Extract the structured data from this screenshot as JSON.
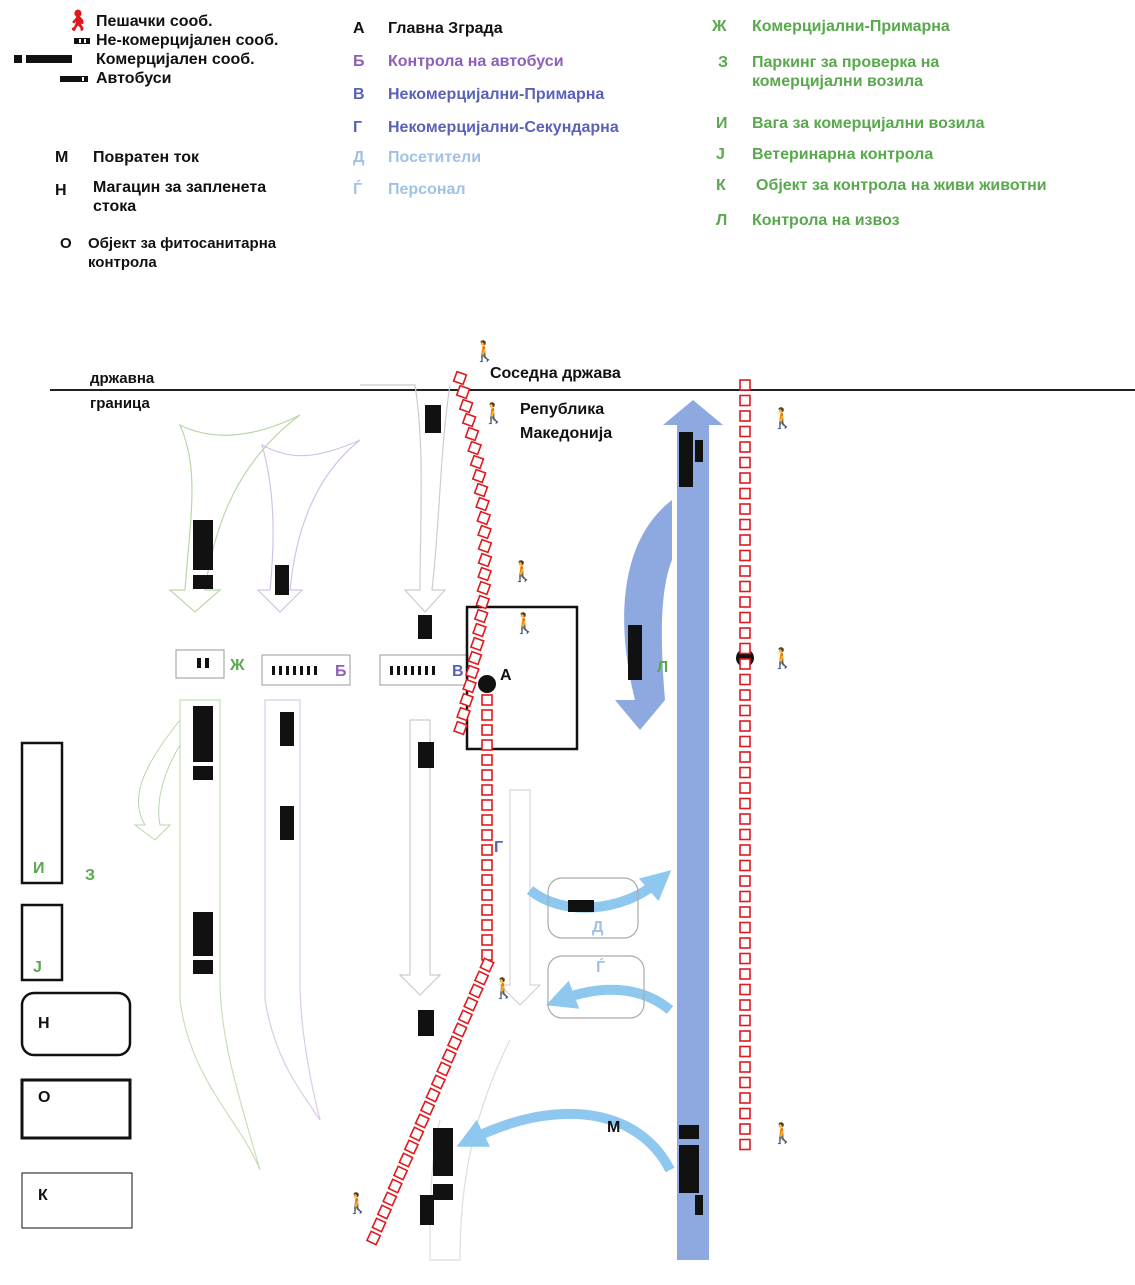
{
  "legend": {
    "traffic": {
      "pedestrian": "Пешачки сооб.",
      "noncommercial": "Не-комерцијален сооб.",
      "commercial": "Комерцијален сооб.",
      "buses": "Автобуси"
    },
    "extra": [
      {
        "key": "М",
        "label": "Повратен ток"
      },
      {
        "key": "Н",
        "label": "Магацин за запленета стока"
      },
      {
        "key": "О",
        "label": "Објект за фитосанитарна контрола"
      }
    ],
    "middle": [
      {
        "key": "А",
        "label": "Главна Зграда",
        "color": "#111111"
      },
      {
        "key": "Б",
        "label": "Контрола на автобуси",
        "color": "#8e5fb8"
      },
      {
        "key": "В",
        "label": "Некомерцијални-Примарна",
        "color": "#5a62b8"
      },
      {
        "key": "Г",
        "label": "Некомерцијални-Секундарна",
        "color": "#5a62b8"
      },
      {
        "key": "Д",
        "label": "Посетители",
        "color": "#9fc2e6"
      },
      {
        "key": "Ѓ",
        "label": "Персонал",
        "color": "#9fc2e6"
      }
    ],
    "right": [
      {
        "key": "Ж",
        "label": "Комерцијални-Примарна"
      },
      {
        "key": "З",
        "label": "Паркинг за проверка на комерцијални возила"
      },
      {
        "key": "И",
        "label": "Вага за комерцијални возила"
      },
      {
        "key": "Ј",
        "label": "Ветеринарна контрола"
      },
      {
        "key": "К",
        "label": "Објект за контрола на живи животни"
      },
      {
        "key": "Л",
        "label": "Контрола на извоз"
      }
    ]
  },
  "map": {
    "border_label_1": "државна",
    "border_label_2": "граница",
    "neighbor": "Соседна држава",
    "republic_1": "Република",
    "republic_2": "Македонија",
    "labels": {
      "zh": "Ж",
      "b": "Б",
      "v": "В",
      "a": "А",
      "l": "Л",
      "g": "Г",
      "d": "Д",
      "gj": "Ѓ",
      "m": "М",
      "i": "И",
      "z": "З",
      "j": "Ј",
      "n": "Н",
      "o": "О",
      "k": "К"
    }
  },
  "colors": {
    "pedestrian": "#e0191f",
    "export_lane": "#8ea9e0",
    "return_flow": "#8ec8ef",
    "green": "#59a84d",
    "purple": "#8e5fb8",
    "blue": "#5a62b8"
  },
  "icons": [
    "pedestrian-icon",
    "truck-icon",
    "car-icon",
    "bus-icon"
  ]
}
